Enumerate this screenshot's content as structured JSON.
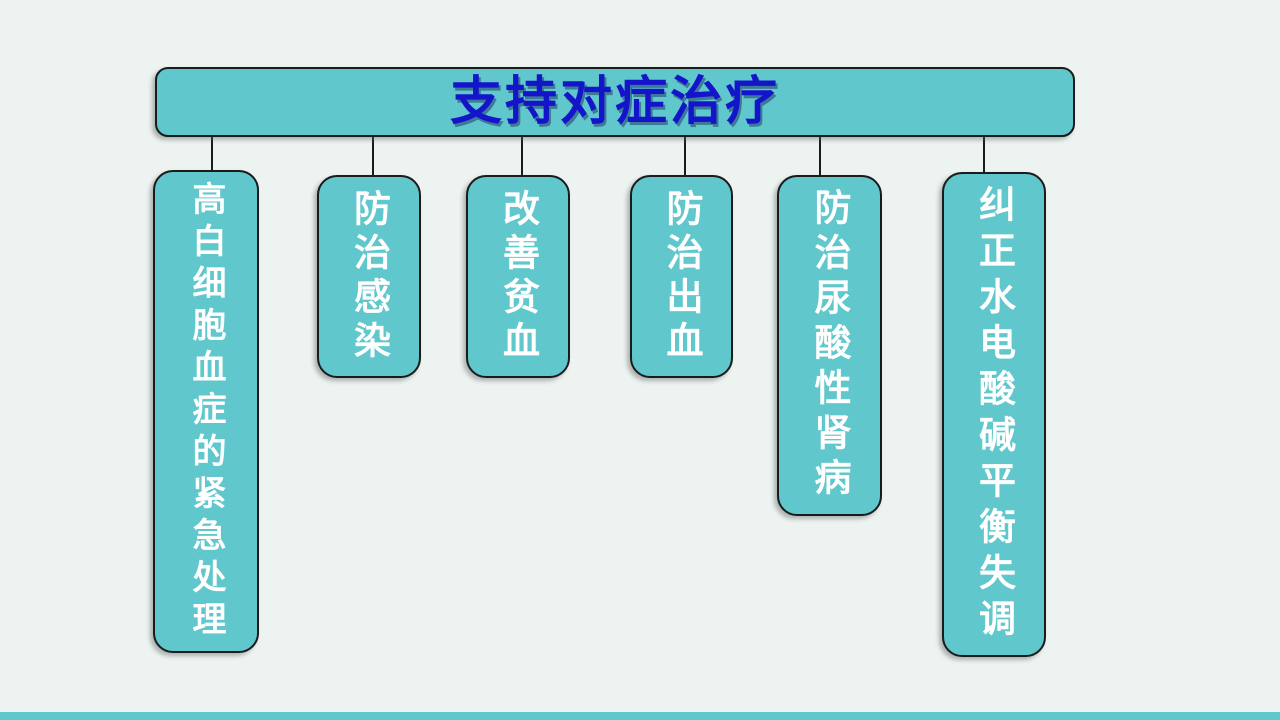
{
  "slide": {
    "title": {
      "text": "支持对症治疗"
    },
    "boxes": [
      {
        "text": "高白细胞血症的紧急处理"
      },
      {
        "text": "防治感染"
      },
      {
        "text": "改善贫血"
      },
      {
        "text": "防治出血"
      },
      {
        "text": "防治尿酸性肾病"
      },
      {
        "text": "纠正水电酸碱平衡失调"
      }
    ],
    "colors": {
      "background": "#EDF3F0",
      "shape_fill": "#60C7CC",
      "shape_border": "#1B1B1B",
      "title_text": "#1414CB",
      "box_text": "#FFFFFF"
    }
  }
}
